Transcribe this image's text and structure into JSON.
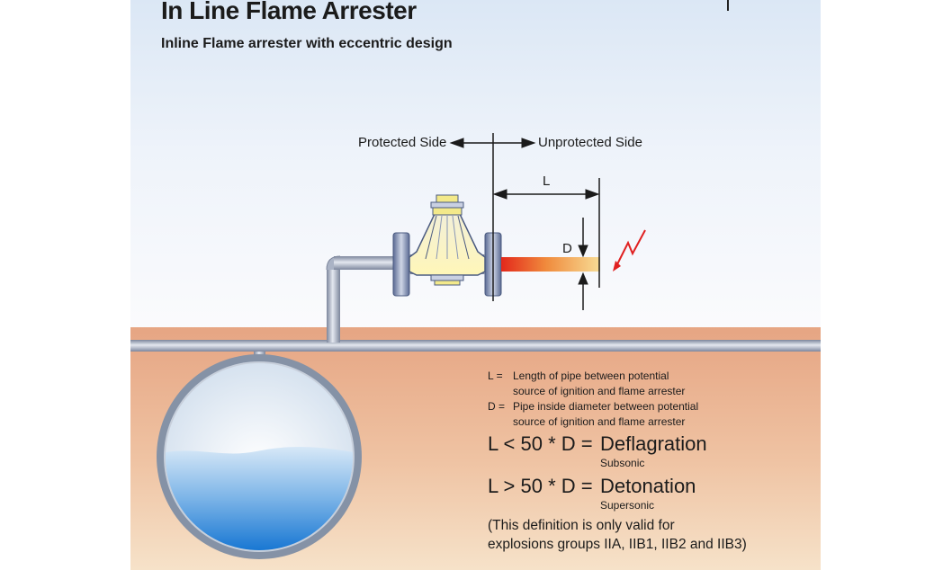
{
  "title": "In Line Flame Arrester",
  "subtitle": "Inline Flame arrester with eccentric design",
  "labels": {
    "protected_side": "Protected Side",
    "unprotected_side": "Unprotected Side",
    "length_symbol": "L",
    "diameter_symbol": "D"
  },
  "legend": {
    "l_key": "L =",
    "l_line1": "Length of pipe between potential",
    "l_line2": "source of ignition and flame arrester",
    "d_key": "D =",
    "d_line1": "Pipe inside diameter between potential",
    "d_line2": "source of ignition and flame arrester"
  },
  "equations": [
    {
      "condition": "L < 50 * D =",
      "result": "Deflagration",
      "qualifier": "Subsonic"
    },
    {
      "condition": "L > 50 * D =",
      "result": "Detonation",
      "qualifier": "Supersonic"
    }
  ],
  "note": {
    "line1": "(This definition is only valid for",
    "line2": "explosions groups IIA, IIB1, IIB2 and IIB3)"
  },
  "colors": {
    "sky": "#dbe7f5",
    "ground": "#e6a583",
    "pipe": "#9aa4b8",
    "flame_red": "#e8351c",
    "flame_yellow": "#f5d98a",
    "flange": "#6e7fa6",
    "liquid": "#2f86d6",
    "spark": "#e02020"
  }
}
